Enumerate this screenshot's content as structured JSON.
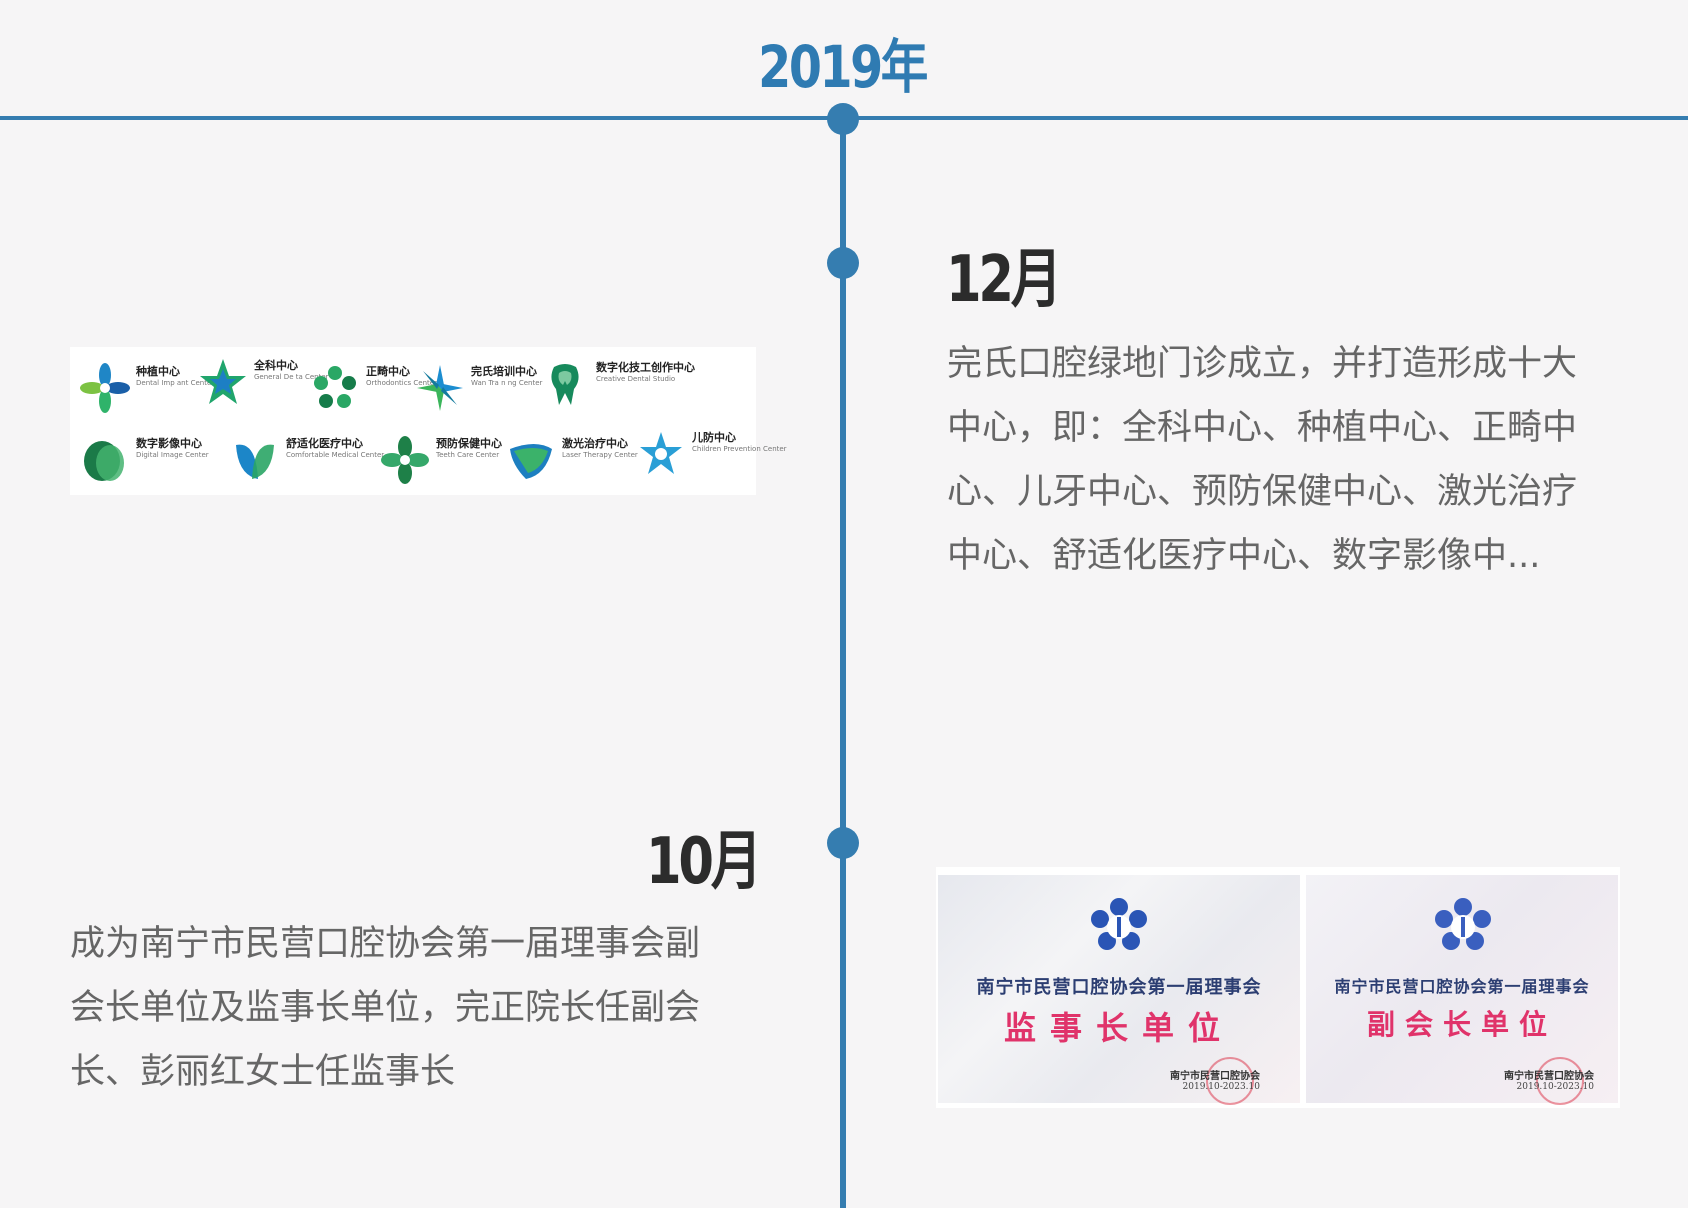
{
  "year": "2019年",
  "events": [
    {
      "month": "12月",
      "description": "完氏口腔绿地门诊成立，并打造形成十大中心，即：全科中心、种植中心、正畸中心、儿牙中心、预防保健中心、激光治疗中心、舒适化医疗中心、数字影像中..."
    },
    {
      "month": "10月",
      "description": "成为南宁市民营口腔协会第一届理事会副会长单位及监事长单位，完正院长任副会长、彭丽红女士任监事长"
    }
  ],
  "centers": [
    {
      "name": "种植中心",
      "sub": "Dental Imp ant Center"
    },
    {
      "name": "全科中心",
      "sub": "General De ta Center"
    },
    {
      "name": "正畸中心",
      "sub": "Orthodontics Center"
    },
    {
      "name": "完氏培训中心",
      "sub": "Wan Tra n ng Center"
    },
    {
      "name": "数字化技工创作中心",
      "sub": "Creative Dental Studio"
    },
    {
      "name": "数字影像中心",
      "sub": "Digital Image Center"
    },
    {
      "name": "舒适化医疗中心",
      "sub": "Comfortable Medical Center"
    },
    {
      "name": "预防保健中心",
      "sub": "Teeth Care Center"
    },
    {
      "name": "激光治疗中心",
      "sub": "Laser Therapy Center"
    },
    {
      "name": "儿防中心",
      "sub": "Children Prevention Center"
    }
  ],
  "certificates": [
    {
      "association": "南宁市民营口腔协会第一届理事会",
      "role": "监事长单位",
      "issuer": "南宁市民营口腔协会",
      "date": "2019.10-2023.10"
    },
    {
      "association": "南宁市民营口腔协会第一届理事会",
      "role": "副会长单位",
      "issuer": "南宁市民营口腔协会",
      "date": "2019.10-2023.10"
    }
  ],
  "colors": {
    "timeline": "#357db0",
    "year": "#2f7bb2",
    "certificate_role": "#e0336a"
  }
}
